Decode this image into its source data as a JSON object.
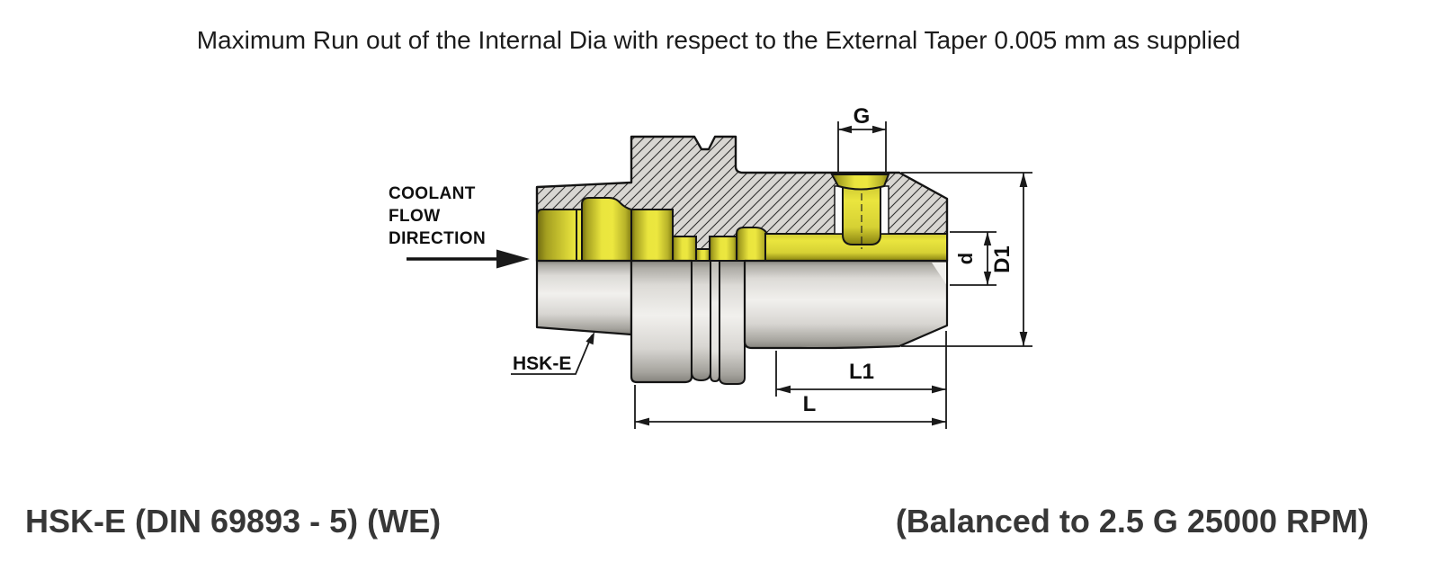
{
  "title": "Maximum Run out of the Internal Dia with respect to the External Taper 0.005 mm as supplied",
  "coolant": {
    "line1": "COOLANT",
    "line2": "FLOW",
    "line3": "DIRECTION"
  },
  "labels": {
    "shank": "HSK-E",
    "thread": "G",
    "bore_dia": "d",
    "body_dia": "D1",
    "gauge_length": "L1",
    "overall_length": "L"
  },
  "footer": {
    "left": "HSK-E (DIN 69893 - 5) (WE)",
    "right": "(Balanced to 2.5 G 25000 RPM)"
  },
  "colors": {
    "gold": "#e9e43d",
    "gold_dark": "#827d12",
    "steel_light": "#f1f0ed",
    "steel_dark": "#87857f",
    "hatch_bg": "#d8d6d2",
    "outline": "#141414",
    "title_text": "#1c1c1c",
    "footer_text": "#373737"
  }
}
